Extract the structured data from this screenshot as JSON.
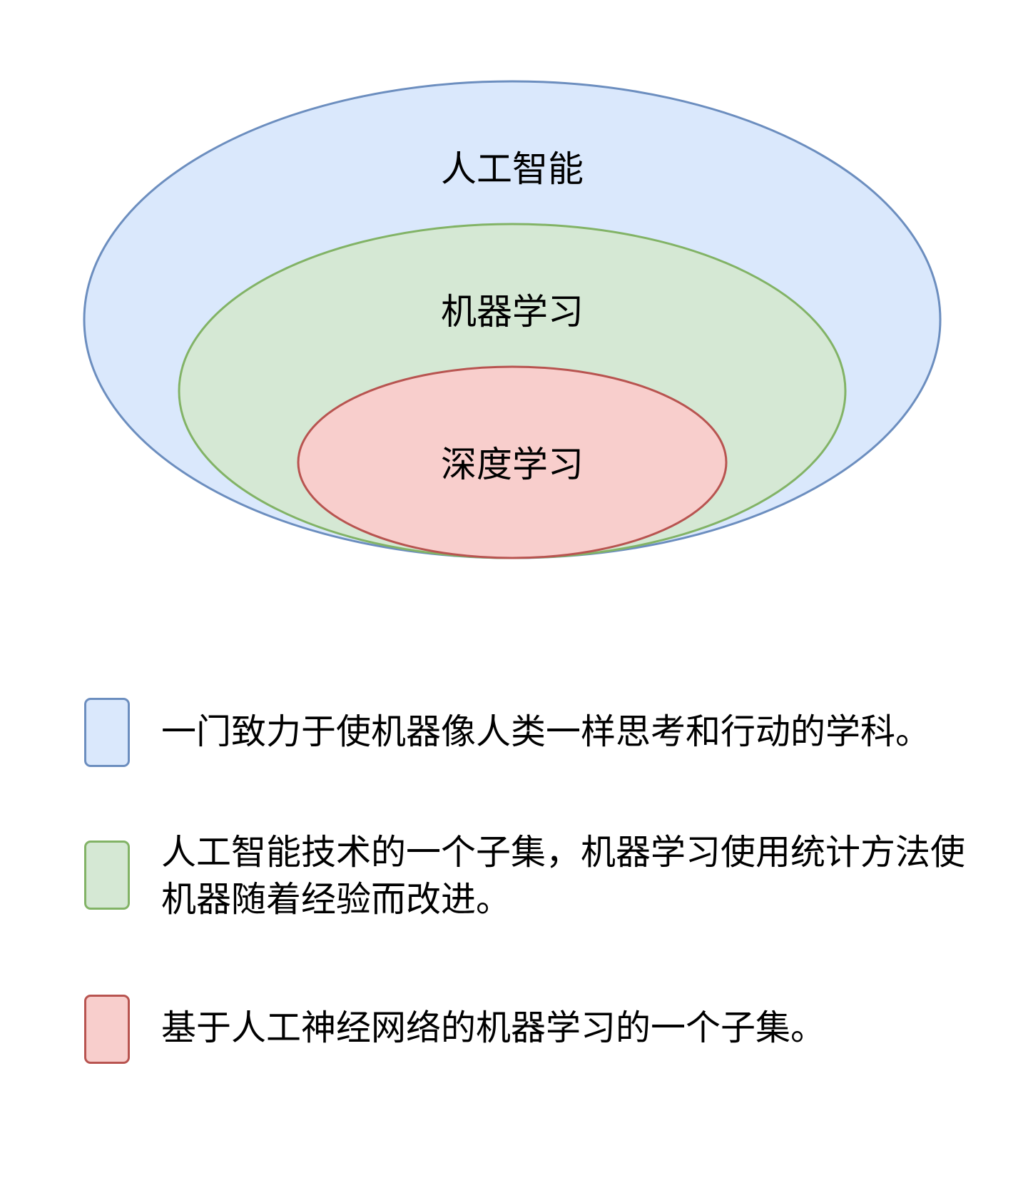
{
  "diagram": {
    "sets": [
      {
        "label": "人工智能",
        "fill": "#dae8fc",
        "stroke": "#6c8ebf"
      },
      {
        "label": "机器学习",
        "fill": "#d5e8d4",
        "stroke": "#82b366"
      },
      {
        "label": "深度学习",
        "fill": "#f8cecc",
        "stroke": "#b85450"
      }
    ]
  },
  "legend": {
    "items": [
      {
        "text": "一门致力于使机器像人类一样思考和行动的学科。",
        "fill": "#dae8fc",
        "stroke": "#6c8ebf"
      },
      {
        "text": "人工智能技术的一个子集，机器学习使用统计方法使机器随着经验而改进。",
        "fill": "#d5e8d4",
        "stroke": "#82b366"
      },
      {
        "text": "基于人工神经网络的机器学习的一个子集。",
        "fill": "#f8cecc",
        "stroke": "#b85450"
      }
    ]
  }
}
